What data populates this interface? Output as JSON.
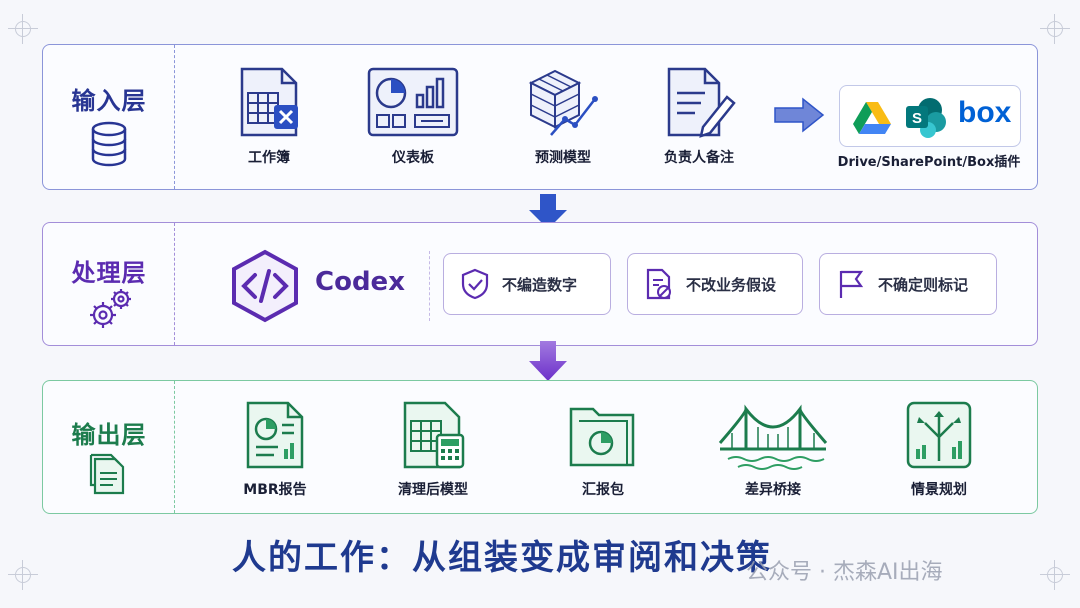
{
  "input_layer": {
    "title": "输入层",
    "items": [
      {
        "label": "工作簿",
        "icon": "excel-workbook-icon"
      },
      {
        "label": "仪表板",
        "icon": "dashboard-icon"
      },
      {
        "label": "预测模型",
        "icon": "forecast-cube-icon"
      },
      {
        "label": "负责人备注",
        "icon": "note-pen-icon"
      }
    ],
    "plugins_label": "Drive/SharePoint/Box插件",
    "plugins": {
      "box_logo_text": "box",
      "sharepoint_letter": "S"
    }
  },
  "process_layer": {
    "title": "处理层",
    "engine": "Codex",
    "rules": [
      {
        "label": "不编造数字",
        "icon": "shield-check-icon"
      },
      {
        "label": "不改业务假设",
        "icon": "doc-block-icon"
      },
      {
        "label": "不确定则标记",
        "icon": "flag-icon"
      }
    ]
  },
  "output_layer": {
    "title": "输出层",
    "items": [
      {
        "label": "MBR报告",
        "icon": "report-icon"
      },
      {
        "label": "清理后模型",
        "icon": "spreadsheet-calculator-icon"
      },
      {
        "label": "汇报包",
        "icon": "folder-chart-icon"
      },
      {
        "label": "差异桥接",
        "icon": "bridge-icon"
      },
      {
        "label": "情景规划",
        "icon": "scenario-branch-icon"
      }
    ]
  },
  "headline": "人的工作：从组装变成审阅和决策",
  "watermark": "公众号 · 杰森AI出海",
  "colors": {
    "input": "#283593",
    "process": "#5b2bb0",
    "output": "#1c7c4d",
    "arrow_blue": "#2f55c8",
    "arrow_purple": "#7b3fd1"
  }
}
